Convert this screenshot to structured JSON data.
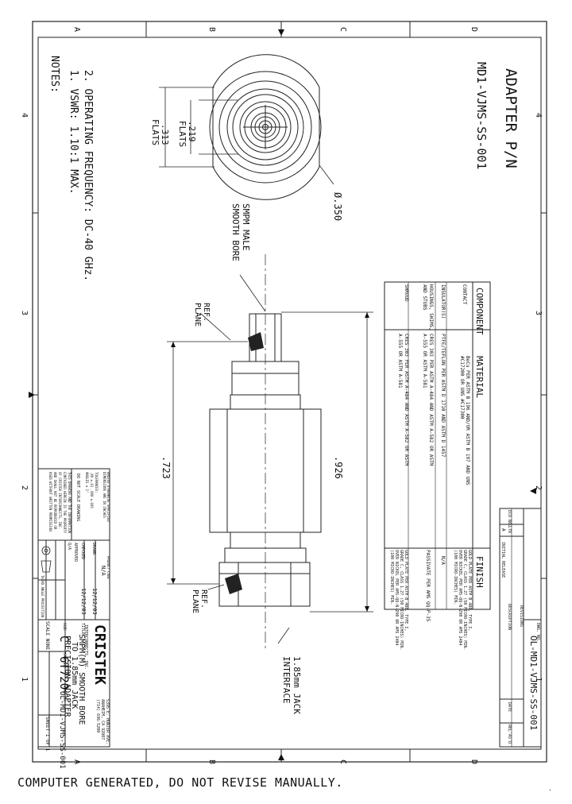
{
  "drawing": {
    "zone_letters": [
      "A",
      "B",
      "C",
      "D"
    ],
    "zone_numbers": [
      "4",
      "3",
      "2",
      "1"
    ],
    "title": "ADAPTER P/N",
    "part_number": "MD1-VJMS-SS-001",
    "notes_header": "NOTES:",
    "notes": [
      "1.  VSWR: 1.10:1 MAX.",
      "2.  OPERATING FREQUENCY: DC-40 GHz."
    ],
    "dimensions": {
      "flats_219": ".219",
      "flats_313": ".313",
      "flats_label": "FLATS",
      "dia_350": "Ø.350",
      "length_926": ".926",
      "length_723": ".723"
    },
    "callouts": {
      "smpm_line1": "SMPM MALE",
      "smpm_line2": "SMOOTH BORE",
      "ref1_line1": "REF.",
      "ref1_line2": "PLANE",
      "ref2_line1": "REF.",
      "ref2_line2": "PLANE",
      "jack_line1": "1.85mm JACK",
      "jack_line2": "INTERFACE"
    },
    "material_table": {
      "headers": [
        "COMPONENT",
        "MATERIAL",
        "FINISH"
      ],
      "rows": [
        {
          "component": [
            "CONTACT"
          ],
          "material": [
            "BeCu PER ASTM B 196 AND/OR ASTM B 197 AND UNS",
            "#C17200 OR UNS #C17300"
          ],
          "finish": [
            "GOLD PLATE PER ASTM B 488, TYPE I,",
            "GRADE C, CLASS 1.27 (50 MICRO-INCHES) MIN.",
            "OVER NICKEL PER AMS-QQ-N-290 OR AMS 2404",
            "(100 MICRO-INCHES) MIN."
          ]
        },
        {
          "component": [
            "INSULATOR(S)"
          ],
          "material": [
            "PTFE/TEFLON PER ASTM D 1710 AND ASTM D 1457"
          ],
          "finish": [
            "N/A"
          ]
        },
        {
          "component": [
            "HOUSINGS, SHIMS,",
            "AND STUBS"
          ],
          "material": [
            "CRES 303 PER ASTM A-484 AND ASTM A-582 OR ASTM",
            "A-555 OR ASTM A-581"
          ],
          "finish": [
            "PASSIVATE PER AMS QQ-P-35"
          ]
        },
        {
          "component": [
            "SHROUD"
          ],
          "material": [
            "CRES 303 PER ASTM A-484 AND ASTM A-582 OR ASTM",
            "A-555 OR ASTM A-581"
          ],
          "finish": [
            "GOLD PLATE PER ASTM B 488, TYPE I,",
            "GRADE C, CLASS 1.27 (50 MICRO-INCHES) MIN.",
            "OVER NICKEL PER AMS-QQ-N-290 OR AMS 2404",
            "(100 MICRO-INCHES) MIN."
          ]
        }
      ]
    },
    "revision_block": {
      "dwg_no_label": "DWG. NO.",
      "dwg_no": "OL-MD1-VJMS-SS-001",
      "revisions_label": "REVISIONS",
      "headers": [
        "ECO NO.",
        "LTR",
        "DESCRIPTION",
        "DATE",
        "REL'AS'D"
      ],
      "row": {
        "ltr": "A",
        "description": "INITIAL RELEASE"
      }
    },
    "title_block": {
      "company": "CRISTEK",
      "company_sub": "INTERCONNECTS, INC.",
      "address1": "5395 E. HUNTER AVE.",
      "address2": "ANAHEIM, CA 92807",
      "phone": "(714) 696-5200",
      "title_label": "TITLE:",
      "title_lines": [
        "SMPM(M) SMOOTH BORE",
        "TO 1.85mm JACK",
        "PRECISION ADAPTER"
      ],
      "product_code_label": "PRODUCT CODE",
      "product_code": "N/A",
      "drawn_label": "DRAWN",
      "drawn_date": "12/12/03",
      "checked_label": "CHECKED",
      "checked_date": "12/12/03",
      "approved_label": "APPROVED",
      "qa_label": "Q/A",
      "size_label": "SIZE",
      "size": "C",
      "cage_label": "CAGE NO.",
      "cage": "6T720",
      "dwg_label": "DWG. NO.",
      "dwg": "OL-MD1-VJMS-SS-001",
      "scale_label": "SCALE",
      "scale": "NONE",
      "sheet_label": "SHEET",
      "sheet": "1 OF 1",
      "tolerances": [
        "UNLESS OTHERWISE SPECIFIED",
        "DIMENSIONS ARE IN INCHES",
        "TOLERANCES:",
        ".XX ±.01   .XXX ±.005",
        "ANGLES ± 1°"
      ],
      "do_not_scale": "DO NOT SCALE DRAWING",
      "proprietary": [
        "THIS DRAWING AND THE INFORMATION",
        "CONTAINED HEREIN IS THE PROPERTY",
        "OF CRISTEK INTERCONNECTS, INC.",
        "AND SHALL NOT BE REPRODUCED OR",
        "USED WITHOUT WRITTEN PERMISSION"
      ],
      "projection_label": "THIRD ANGLE PROJECTION"
    },
    "footer": "COMPUTER GENERATED, DO NOT REVISE MANUALLY.",
    "corner_mark": "."
  }
}
